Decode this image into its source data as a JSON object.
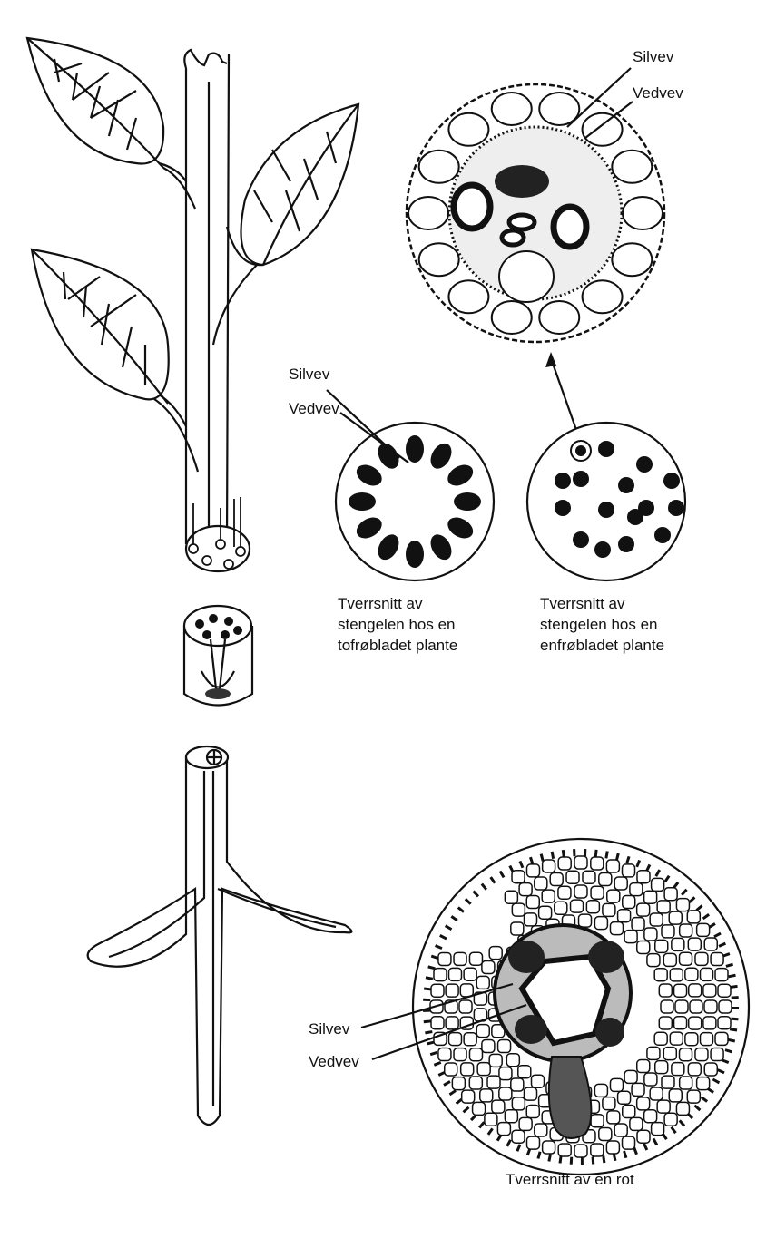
{
  "labels": {
    "top_section": {
      "phloem": "Silvev",
      "xylem": "Vedvev"
    },
    "dicot": {
      "phloem": "Silvev",
      "xylem": "Vedvev"
    },
    "root": {
      "phloem": "Silvev",
      "xylem": "Vedvev"
    }
  },
  "captions": {
    "dicot": [
      "Tverrsnitt av",
      "stengelen hos en",
      "tofrøbladet plante"
    ],
    "monocot": [
      "Tverrsnitt av",
      "stengelen hos en",
      "enfrøbladet plante"
    ],
    "root": "Tverrsnitt av en rot"
  },
  "colors": {
    "ink": "#111111",
    "background": "#ffffff"
  }
}
